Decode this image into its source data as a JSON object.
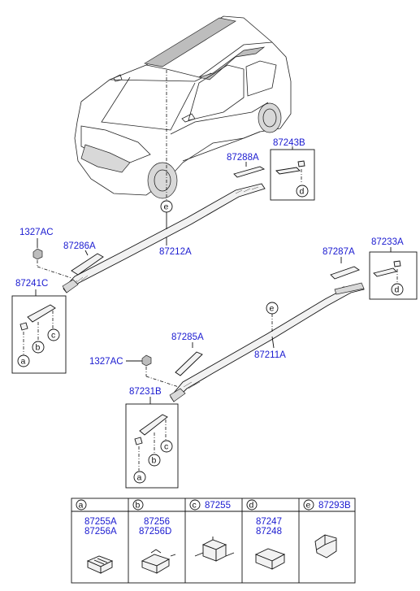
{
  "labels": {
    "p87243B": "87243B",
    "p87288A": "87288A",
    "p1327AC_top": "1327AC",
    "p87286A": "87286A",
    "p87212A": "87212A",
    "p87241C": "87241C",
    "p87287A": "87287A",
    "p87233A": "87233A",
    "p87211A": "87211A",
    "p87285A": "87285A",
    "p1327AC_bottom": "1327AC",
    "p87231B": "87231B"
  },
  "callouts": {
    "a": "a",
    "b": "b",
    "c": "c",
    "d": "d",
    "e": "e"
  },
  "legend": [
    {
      "letter": "a",
      "parts": [
        "87255A",
        "87256A"
      ]
    },
    {
      "letter": "b",
      "parts": [
        "87256",
        "87256D"
      ]
    },
    {
      "letter": "c",
      "header_part": "87255"
    },
    {
      "letter": "d",
      "parts": [
        "87247",
        "87248"
      ]
    },
    {
      "letter": "e",
      "header_part": "87293B"
    }
  ]
}
